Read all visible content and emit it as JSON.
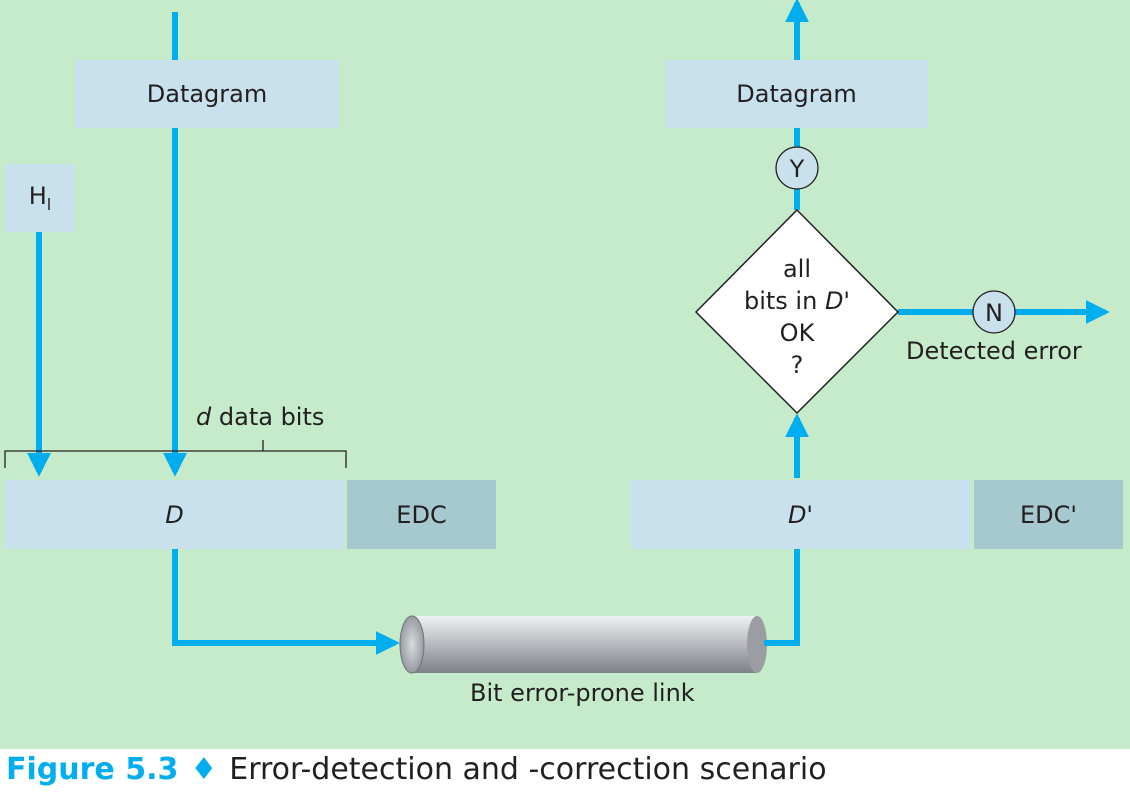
{
  "sender": {
    "datagram_label": "Datagram",
    "header_label": "H",
    "header_subscript": "l",
    "data_label": "D",
    "edc_label": "EDC",
    "data_bits_var": "d",
    "data_bits_text": "data bits"
  },
  "receiver": {
    "datagram_label": "Datagram",
    "data_label": "D'",
    "edc_label": "EDC'",
    "decision_lines": [
      "all",
      "bits in",
      "OK",
      "?"
    ],
    "decision_var": "D'",
    "yes_label": "Y",
    "no_label": "N",
    "detected_error_label": "Detected error"
  },
  "link": {
    "label": "Bit error-prone link"
  },
  "caption": {
    "figure_number": "Figure 5.3",
    "separator": "♦",
    "title": "Error-detection and -correction scenario"
  },
  "colors": {
    "background": "#c6ebcb",
    "box_light": "#c8e1ec",
    "box_dark": "#a6c8cf",
    "arrow": "#00aeef",
    "text": "#231f20"
  }
}
